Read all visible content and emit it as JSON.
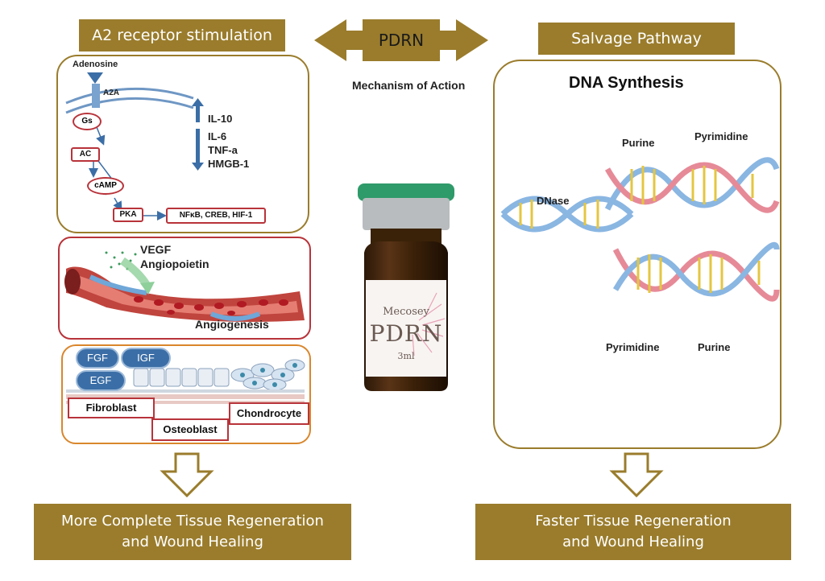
{
  "header": {
    "left_title": "A2 receptor stimulation",
    "center_title": "PDRN",
    "center_subtitle": "Mechanism of Action",
    "right_title": "Salvage Pathway"
  },
  "signaling": {
    "ligand": "Adenosine",
    "receptor": "A2A",
    "gs": "Gs",
    "ac": "AC",
    "camp": "cAMP",
    "pka": "PKA",
    "targets": "NFκB, CREB, HIF-1",
    "up": [
      "IL-10"
    ],
    "down": [
      "IL-6",
      "TNF-a",
      "HMGB-1"
    ]
  },
  "angiogenesis": {
    "factor1": "VEGF",
    "factor2": "Angiopoietin",
    "label": "Angiogenesis"
  },
  "tissue": {
    "growth_factors": [
      "FGF",
      "IGF",
      "EGF"
    ],
    "cells": [
      "Fibroblast",
      "Osteoblast",
      "Chondrocyte"
    ]
  },
  "vial": {
    "brand": "Mecosey",
    "product": "PDRN",
    "volume": "3ml"
  },
  "dna": {
    "title": "DNA Synthesis",
    "enzyme": "DNase",
    "top_labels": [
      "Purine",
      "Pyrimidine"
    ],
    "bottom_labels": [
      "Pyrimidine",
      "Purine"
    ]
  },
  "outcomes": {
    "left_line1": "More Complete Tissue Regeneration",
    "left_line2": "and Wound Healing",
    "right_line1": "Faster Tissue Regeneration",
    "right_line2": "and Wound Healing"
  },
  "colors": {
    "gold": "#9a7c2c",
    "red": "#b8333a",
    "orange": "#d9862c",
    "blue": "#3b6ea6"
  }
}
